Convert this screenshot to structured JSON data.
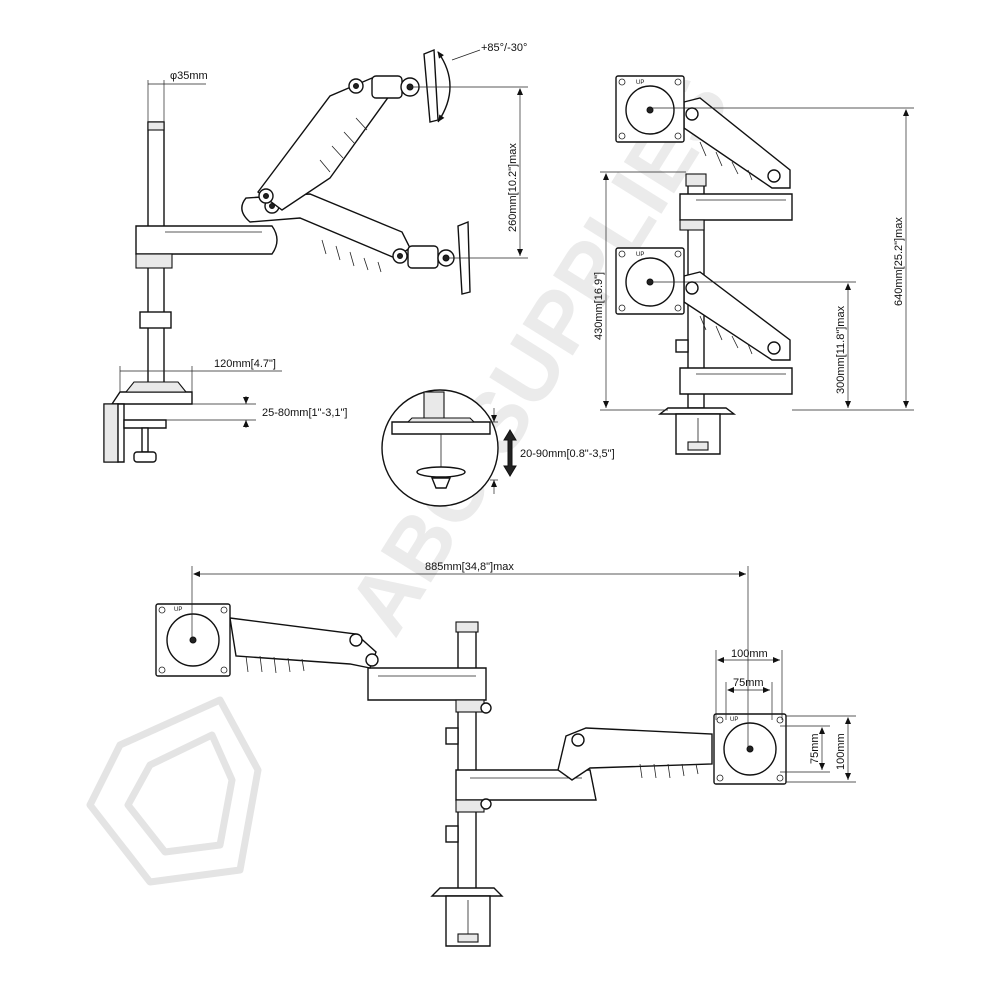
{
  "watermark": {
    "text": "ABC SUPPLIES"
  },
  "labels": {
    "pole_diameter": "φ35mm",
    "tilt": "+85°/-30°",
    "arm_height": "260mm[10.2\"]max",
    "base_depth": "120mm[4.7\"]",
    "desk_clamp": "25-80mm[1\"-3,1\"]",
    "grommet": "20-90mm[0.8\"-3,5\"]",
    "height_430": "430mm[16.9\"]",
    "height_300": "300mm[11.8\"]max",
    "height_640": "640mm[25.2\"]max",
    "reach": "885mm[34,8\"]max",
    "vesa_100_w": "100mm",
    "vesa_75_w": "75mm",
    "vesa_75_h": "75mm",
    "vesa_100_h": "100mm"
  },
  "vesa_mark": "UP"
}
